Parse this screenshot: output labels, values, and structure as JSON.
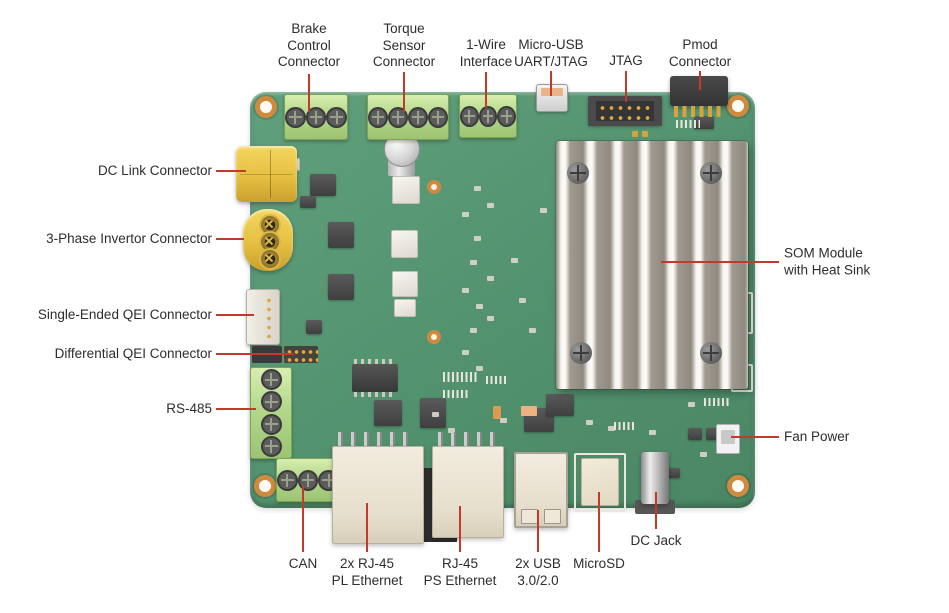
{
  "figure": {
    "type": "labeled-hardware-diagram",
    "subject": "Motor-control development board (SOM carrier) with callout labels",
    "background_color": "#ffffff",
    "leader_line_color": "#c23a2c",
    "label_text_color": "#2d2d2d",
    "board_color": "#549471",
    "terminal_color": "#b3d88b",
    "connector_yellow": "#e6c041",
    "heatsink_color": "#f6f4f0"
  },
  "callouts": {
    "top": [
      {
        "id": "brake",
        "label": "Brake\nControl\nConnector"
      },
      {
        "id": "torque",
        "label": "Torque\nSensor\nConnector"
      },
      {
        "id": "one_wire",
        "label": "1-Wire\nInterface"
      },
      {
        "id": "micro_usb",
        "label": "Micro-USB\nUART/JTAG"
      },
      {
        "id": "jtag",
        "label": "JTAG"
      },
      {
        "id": "pmod",
        "label": "Pmod\nConnector"
      }
    ],
    "left": [
      {
        "id": "dc_link",
        "label": "DC Link Connector"
      },
      {
        "id": "inverter",
        "label": "3-Phase Invertor Connector"
      },
      {
        "id": "se_qei",
        "label": "Single-Ended QEI Connector"
      },
      {
        "id": "diff_qei",
        "label": "Differential QEI Connector"
      },
      {
        "id": "rs485",
        "label": "RS-485"
      }
    ],
    "right": [
      {
        "id": "som",
        "label": "SOM Module\nwith Heat Sink"
      },
      {
        "id": "fan",
        "label": "Fan Power"
      }
    ],
    "bottom": [
      {
        "id": "can",
        "label": "CAN"
      },
      {
        "id": "rj45_pl",
        "label": "2x RJ-45\nPL Ethernet"
      },
      {
        "id": "rj45_ps",
        "label": "RJ-45\nPS Ethernet"
      },
      {
        "id": "usb",
        "label": "2x USB\n3.0/2.0"
      },
      {
        "id": "microsd",
        "label": "MicroSD"
      },
      {
        "id": "dc_jack",
        "label": "DC Jack"
      }
    ]
  }
}
